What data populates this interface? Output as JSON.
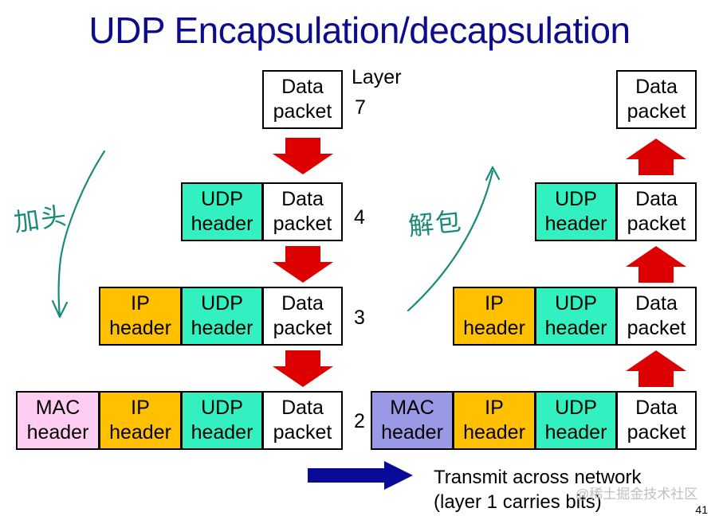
{
  "title": "UDP Encapsulation/decapsulation",
  "labels": {
    "data": [
      "Data",
      "packet"
    ],
    "udp": [
      "UDP",
      "header"
    ],
    "ip": [
      "IP",
      "header"
    ],
    "mac": [
      "MAC",
      "header"
    ]
  },
  "layers": {
    "heading": "Layer",
    "l7": "7",
    "l4": "4",
    "l3": "3",
    "l2": "2"
  },
  "transmit": {
    "line1": "Transmit across network",
    "line2": "(layer 1 carries bits)"
  },
  "handwriting": {
    "left": "加头",
    "right": "解包"
  },
  "page_number": "41",
  "watermark": "@稀土掘金技术社区",
  "colors": {
    "title": "#0d0d8c",
    "data": "#ffffff",
    "udp": "#33f0c0",
    "ip": "#ffc000",
    "mac_left": "#ffccf2",
    "mac_right": "#9999e6",
    "down_arrow": "#dd0000",
    "transmit_arrow": "#0a0a99",
    "annotation": "#1a8a7a"
  }
}
